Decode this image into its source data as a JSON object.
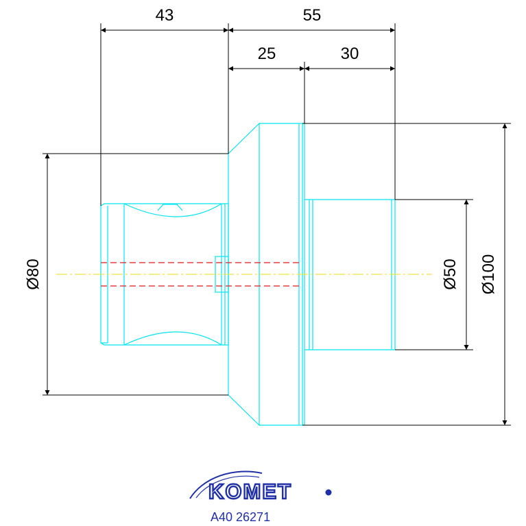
{
  "dimensions": {
    "d43": "43",
    "d55": "55",
    "d25": "25",
    "d30": "30",
    "dia80": "Ø80",
    "dia50": "Ø50",
    "dia100": "Ø100"
  },
  "logo": {
    "brand": "KOMET",
    "code": "A40 26271"
  },
  "colors": {
    "outline": "#00e5f2",
    "dimension": "#000000",
    "centerline": "#f0e040",
    "hidden": "#e01818",
    "logo": "#1f2fa8"
  }
}
